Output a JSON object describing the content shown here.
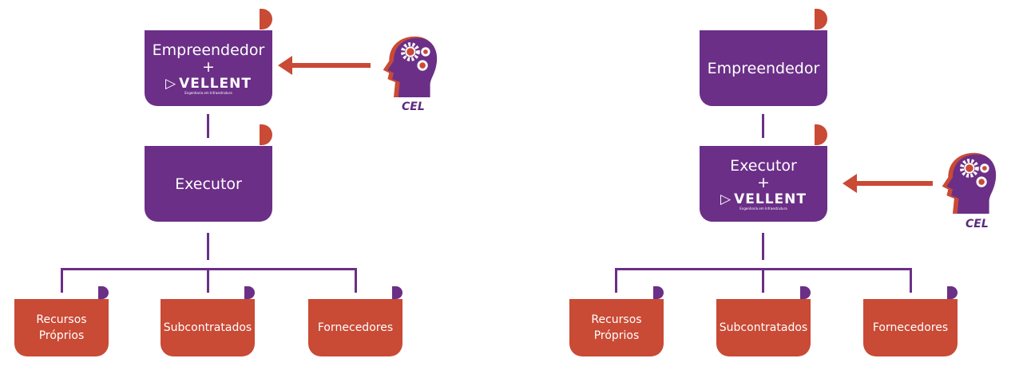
{
  "colors": {
    "purple": "#6b2f87",
    "orange": "#c94a35"
  },
  "left": {
    "top_box": {
      "title": "Empreendedor",
      "plus": "+",
      "logo": "VELLENT",
      "logo_sub": "Engenharia em Infraestrutura"
    },
    "middle_box": {
      "title": "Executor"
    },
    "advisor_label": "CEL",
    "bottom": [
      {
        "l1": "Recursos",
        "l2": "Próprios"
      },
      {
        "l1": "Subcontratados",
        "l2": ""
      },
      {
        "l1": "Fornecedores",
        "l2": ""
      }
    ]
  },
  "right": {
    "top_box": {
      "title": "Empreendedor"
    },
    "middle_box": {
      "title": "Executor",
      "plus": "+",
      "logo": "VELLENT",
      "logo_sub": "Engenharia em Infraestrutura"
    },
    "advisor_label": "CEL",
    "bottom": [
      {
        "l1": "Recursos",
        "l2": "Próprios"
      },
      {
        "l1": "Subcontratados",
        "l2": ""
      },
      {
        "l1": "Fornecedores",
        "l2": ""
      }
    ]
  }
}
